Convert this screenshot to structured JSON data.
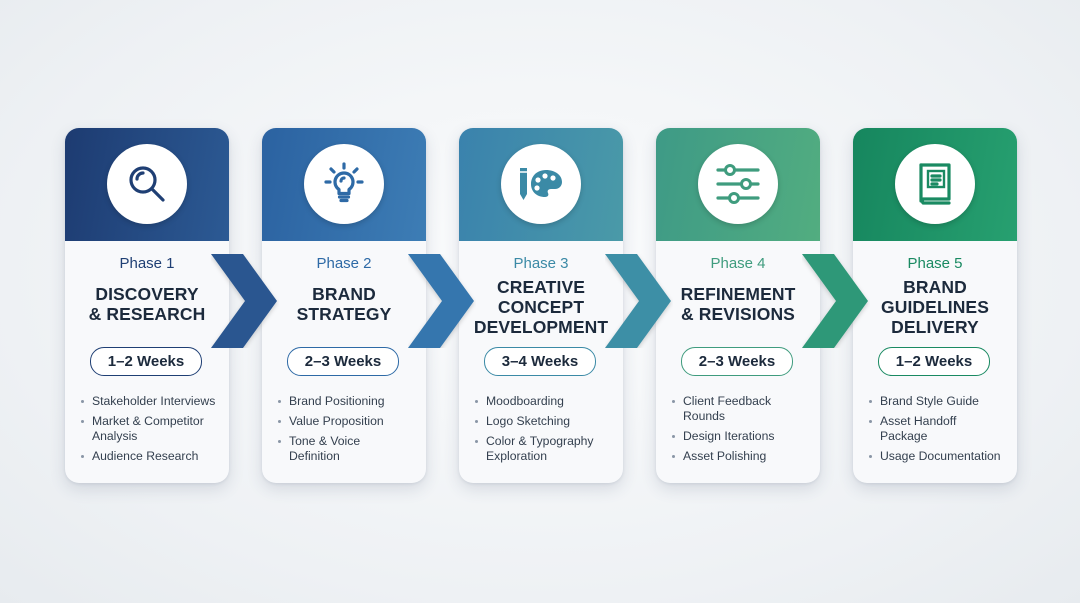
{
  "phases": [
    {
      "label": "Phase 1",
      "title_lines": [
        "DISCOVERY",
        "& RESEARCH"
      ],
      "duration": "1–2 Weeks",
      "icon": "magnifying-glass-icon",
      "colors": {
        "from": "#1d3b71",
        "to": "#2c5a94",
        "accent": "#1f3f74"
      },
      "bullets": [
        [
          "Stakeholder Interviews"
        ],
        [
          "Market & Competitor",
          "Analysis"
        ],
        [
          "Audience Research"
        ]
      ]
    },
    {
      "label": "Phase 2",
      "title_lines": [
        "BRAND",
        "STRATEGY"
      ],
      "duration": "2–3 Weeks",
      "icon": "lightbulb-icon",
      "colors": {
        "from": "#2b62a1",
        "to": "#3d7db5",
        "accent": "#2e6aa6"
      },
      "bullets": [
        [
          "Brand Positioning"
        ],
        [
          "Value Proposition"
        ],
        [
          "Tone & Voice",
          "Definition"
        ]
      ]
    },
    {
      "label": "Phase 3",
      "title_lines": [
        "CREATIVE",
        "CONCEPT",
        "DEVELOPMENT"
      ],
      "duration": "3–4 Weeks",
      "icon": "pencil-palette-icon",
      "colors": {
        "from": "#3a82ad",
        "to": "#4a9aa8",
        "accent": "#3b8aa6"
      },
      "bullets": [
        [
          "Moodboarding"
        ],
        [
          "Logo Sketching"
        ],
        [
          "Color & Typography",
          "Exploration"
        ]
      ]
    },
    {
      "label": "Phase 4",
      "title_lines": [
        "REFINEMENT",
        "& REVISIONS"
      ],
      "duration": "2–3 Weeks",
      "icon": "sliders-icon",
      "colors": {
        "from": "#3e9a86",
        "to": "#52ad80",
        "accent": "#3f9c7e"
      },
      "bullets": [
        [
          "Client Feedback",
          "Rounds"
        ],
        [
          "Design Iterations"
        ],
        [
          "Asset Polishing"
        ]
      ]
    },
    {
      "label": "Phase 5",
      "title_lines": [
        "BRAND",
        "GUIDELINES",
        "DELIVERY"
      ],
      "duration": "1–2 Weeks",
      "icon": "book-icon",
      "colors": {
        "from": "#16865e",
        "to": "#27a070",
        "accent": "#1a8a62"
      },
      "bullets": [
        [
          "Brand Style Guide"
        ],
        [
          "Asset Handoff",
          "Package"
        ],
        [
          "Usage Documentation"
        ]
      ]
    }
  ],
  "arrow_colors": [
    "#2a5690",
    "#3476ae",
    "#3e8fa6",
    "#2f9878"
  ]
}
